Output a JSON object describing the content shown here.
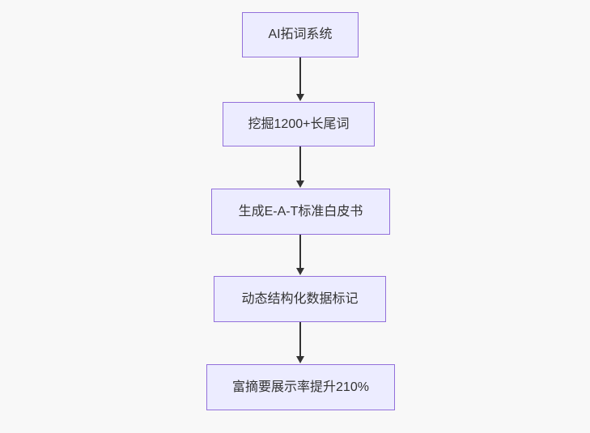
{
  "diagram": {
    "type": "flowchart",
    "direction": "top-down",
    "colors": {
      "background": "#f8f8f8",
      "node_fill": "#ececff",
      "node_border": "#9370db",
      "node_text": "#333333",
      "arrow": "#333333"
    },
    "nodes": [
      {
        "label": "AI拓词系统"
      },
      {
        "label": "挖掘1200+长尾词"
      },
      {
        "label": "生成E-A-T标准白皮书"
      },
      {
        "label": "动态结构化数据标记"
      },
      {
        "label": "富摘要展示率提升210%"
      }
    ],
    "edges": [
      {
        "from": 0,
        "to": 1
      },
      {
        "from": 1,
        "to": 2
      },
      {
        "from": 2,
        "to": 3
      },
      {
        "from": 3,
        "to": 4
      }
    ]
  }
}
